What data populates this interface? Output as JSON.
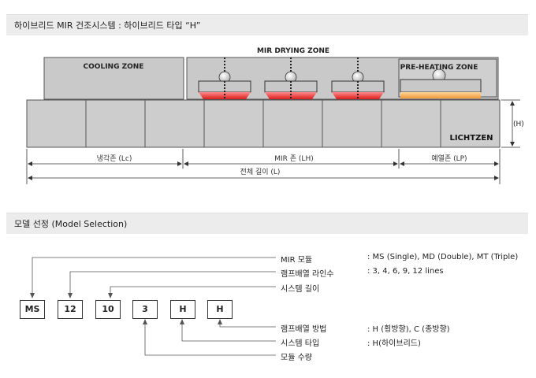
{
  "header1": "하이브리드 MIR 건조시스템 : 하이브리드 타입 “H”",
  "header2": "모델 선정 (Model Selection)",
  "diagram": {
    "zones": {
      "cooling": "COOLING ZONE",
      "mir": "MIR DRYING ZONE",
      "preheat": "PRE-HEATING ZONE"
    },
    "brand": "LICHTZEN",
    "height_label": "(H)",
    "dims": {
      "cooling_len": "냉각존 (Lc)",
      "mir_len": "MIR 존 (LH)",
      "preheat_len": "예열존 (LP)",
      "total_len": "전체 길이 (L)"
    }
  },
  "model": {
    "codes": [
      "MS",
      "12",
      "10",
      "3",
      "H",
      "H"
    ],
    "rows": [
      {
        "name": "MIR 모듈",
        "value": ": MS (Single), MD (Double), MT (Triple)"
      },
      {
        "name": "램프배열 라인수",
        "value": ": 3, 4, 6, 9, 12 lines"
      },
      {
        "name": "시스템 길이",
        "value": ""
      },
      {
        "name": "램프배열 방법",
        "value": ": H (횡방향), C (종방향)"
      },
      {
        "name": "시스템 타입",
        "value": ": H(하이브리드)"
      },
      {
        "name": "모듈 수량",
        "value": ""
      }
    ]
  }
}
